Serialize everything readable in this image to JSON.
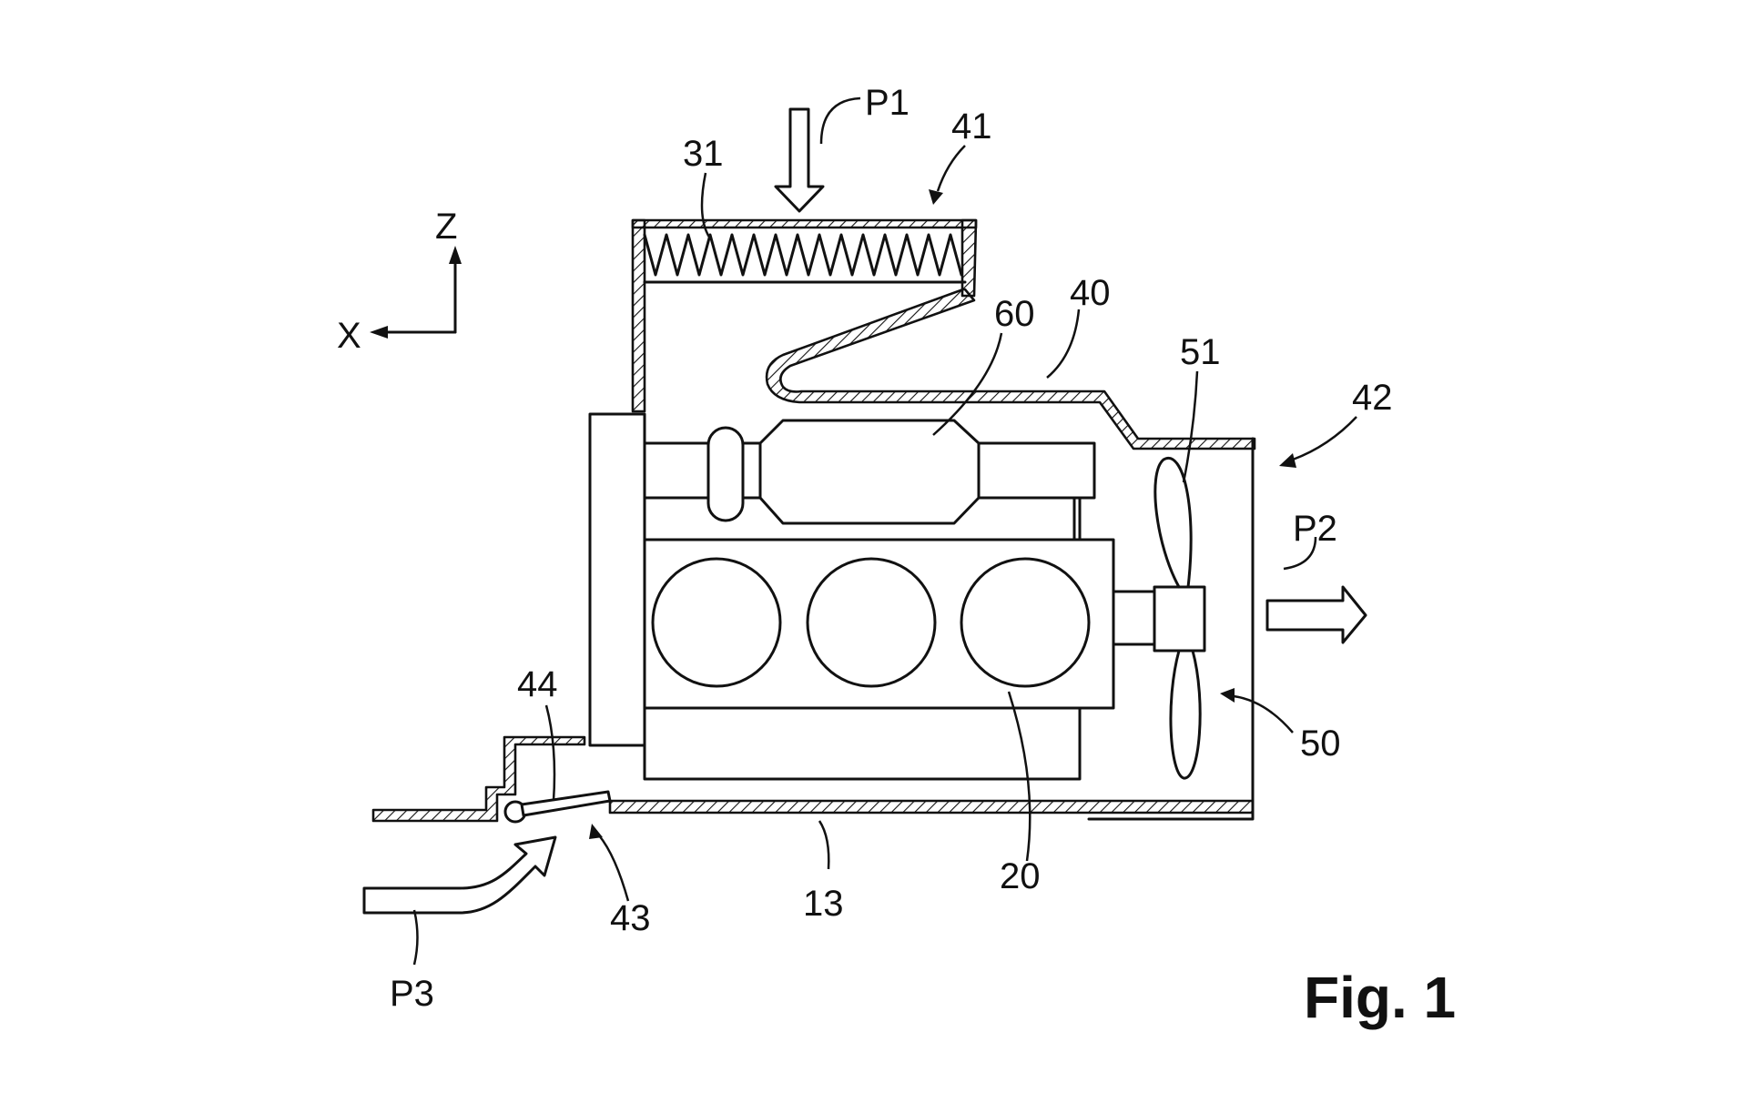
{
  "axes": {
    "z_label": "Z",
    "x_label": "X"
  },
  "labels": {
    "p1": "P1",
    "p2": "P2",
    "p3": "P3",
    "n13": "13",
    "n20": "20",
    "n31": "31",
    "n40": "40",
    "n41": "41",
    "n42": "42",
    "n43": "43",
    "n44": "44",
    "n50": "50",
    "n51": "51",
    "n60": "60"
  },
  "figure_label": "Fig. 1"
}
